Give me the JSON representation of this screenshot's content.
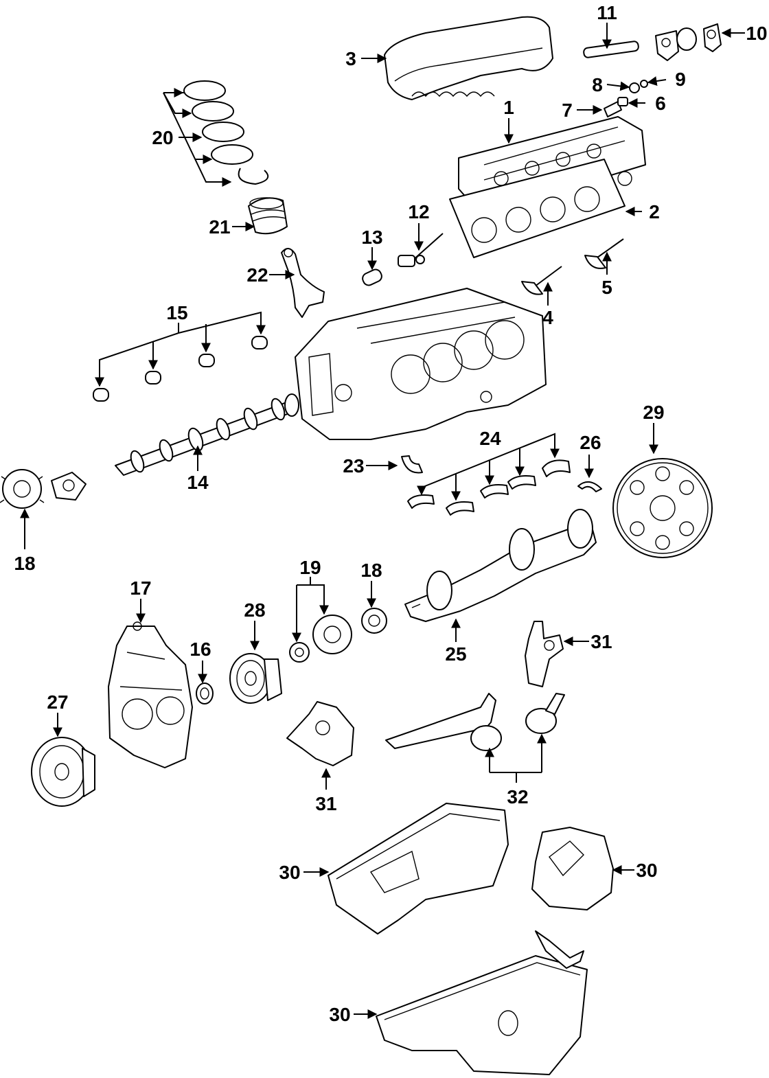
{
  "diagram": {
    "callouts": {
      "c1": "1",
      "c2": "2",
      "c3": "3",
      "c4": "4",
      "c5": "5",
      "c6": "6",
      "c7": "7",
      "c8": "8",
      "c9": "9",
      "c10": "10",
      "c11": "11",
      "c12": "12",
      "c13": "13",
      "c14": "14",
      "c15": "15",
      "c16": "16",
      "c17": "17",
      "c18a": "18",
      "c18b": "18",
      "c19": "19",
      "c20": "20",
      "c21": "21",
      "c22": "22",
      "c23": "23",
      "c24": "24",
      "c25": "25",
      "c26": "26",
      "c27": "27",
      "c28": "28",
      "c29": "29",
      "c30a": "30",
      "c30b": "30",
      "c30c": "30",
      "c31a": "31",
      "c31b": "31",
      "c32": "32"
    }
  }
}
